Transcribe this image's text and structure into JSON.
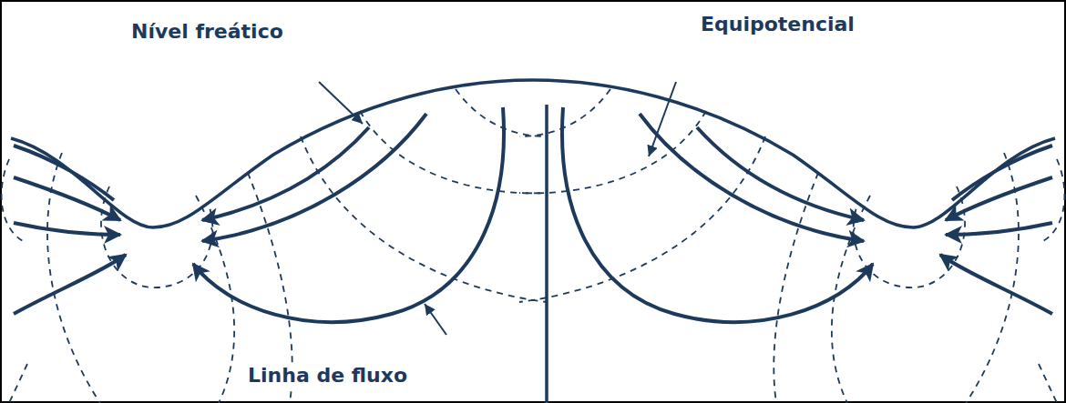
{
  "diagram": {
    "labels": [
      "Nível freático",
      "Equipotencial",
      "Linha de fluxo"
    ]
  }
}
